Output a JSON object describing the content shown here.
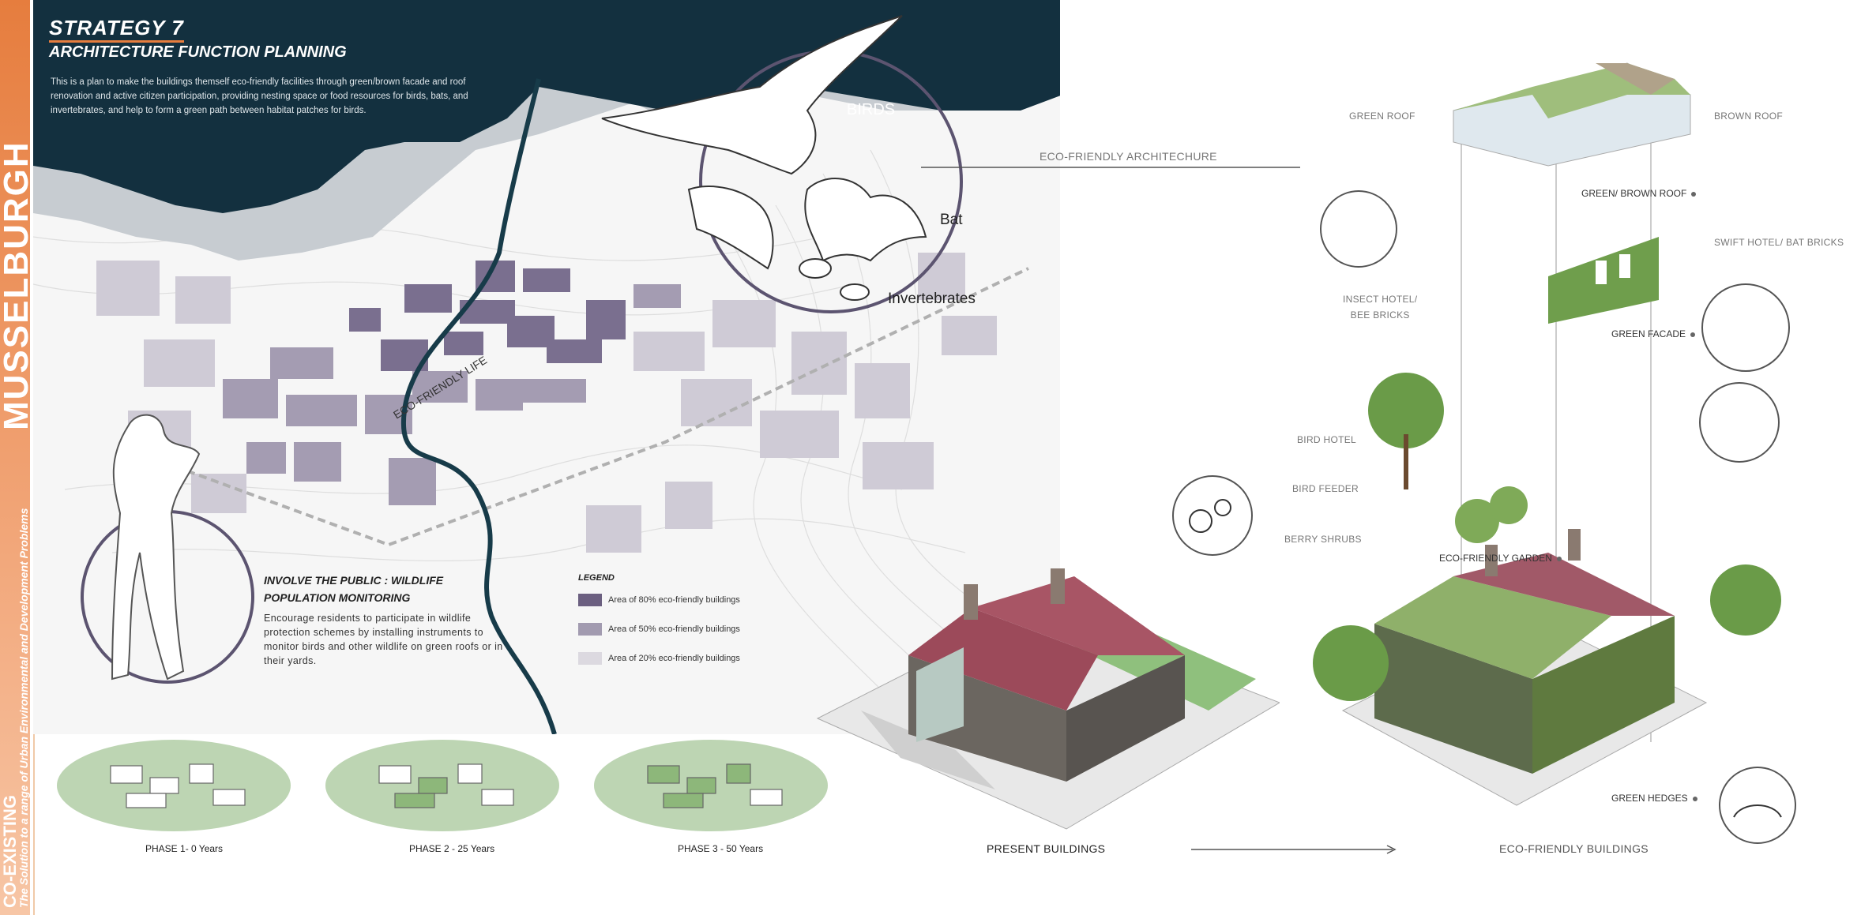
{
  "sidebar": {
    "town": "MUSSELBURGH",
    "project": "CO-EXISTING",
    "tagline": "The Solution to a range of Urban Environmental and Development Problems"
  },
  "header": {
    "title": "STRATEGY 7",
    "subtitle": "ARCHITECTURE FUNCTION PLANNING",
    "intro": "This is a plan to make the buildings themself eco-friendly facilities through green/brown facade and roof renovation and active citizen participation, providing nesting space or food resources for birds, bats, and invertebrates, and help to form a green path between habitat patches for birds."
  },
  "map": {
    "route_label": "ECO-FRIENDLY LIFE",
    "species": [
      "BIRDS",
      "Bat",
      "Invertebrates"
    ]
  },
  "involve": {
    "title": "INVOLVE THE PUBLIC :  WILDLIFE POPULATION MONITORING",
    "body": "Encourage residents to participate in wildlife protection schemes by installing instruments to monitor birds and other wildlife on green roofs or in their yards."
  },
  "legend": {
    "title": "LEGEND",
    "items": [
      {
        "label": "Area of 80% eco-friendly buildings",
        "color": "#6b5f80"
      },
      {
        "label": "Area of 50% eco-friendly buildings",
        "color": "#a29bb0"
      },
      {
        "label": "Area of 20% eco-friendly buildings",
        "color": "#dcd9e0"
      }
    ]
  },
  "phases": [
    {
      "label": "PHASE 1- 0 Years"
    },
    {
      "label": "PHASE 2 - 25 Years"
    },
    {
      "label": "PHASE 3 - 50 Years"
    }
  ],
  "diagram": {
    "eco_arch": "ECO-FRIENDLY ARCHITECHURE",
    "green_roof": "GREEN ROOF",
    "brown_roof": "BROWN ROOF",
    "green_brown_roof": "GREEN/ BROWN ROOF",
    "swift_hotel": "SWIFT HOTEL/ BAT BRICKS",
    "insect_hotel_1": "INSECT HOTEL/",
    "insect_hotel_2": "BEE BRICKS",
    "green_facade": "GREEN FACADE",
    "bird_hotel": "BIRD HOTEL",
    "bird_feeder": "BIRD FEEDER",
    "berry_shrubs": "BERRY SHRUBS",
    "eco_garden": "ECO-FRIENDLY GARDEN",
    "green_hedges": "GREEN HEDGES",
    "present": "PRESENT BUILDINGS",
    "eco_buildings": "ECO-FRIENDLY BUILDINGS"
  },
  "colors": {
    "accent": "#e67d3e",
    "sea": "#13303f",
    "shore": "#c4cacf",
    "green": "#8db77a",
    "roof": "#9c4a5a",
    "circle": "#5c5470"
  }
}
